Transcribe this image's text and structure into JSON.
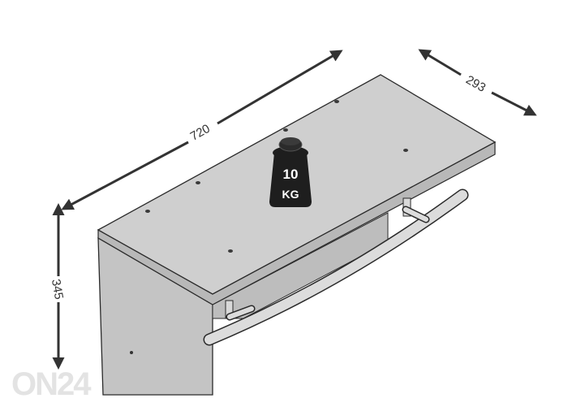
{
  "dimensions": {
    "width": "720",
    "depth": "293",
    "height": "345"
  },
  "weight_label": {
    "amount": "10",
    "unit": "KG"
  },
  "watermark": "ON24",
  "colors": {
    "shelf_top": "#cfcfcf",
    "shelf_edge": "#b8b8b8",
    "side_panel": "#c4c4c4",
    "rail": "#d9d9d9",
    "outline": "#2a2a2a",
    "arrow": "#333333",
    "weight": "#1e1e1e",
    "watermark": "#e2e2e2"
  }
}
